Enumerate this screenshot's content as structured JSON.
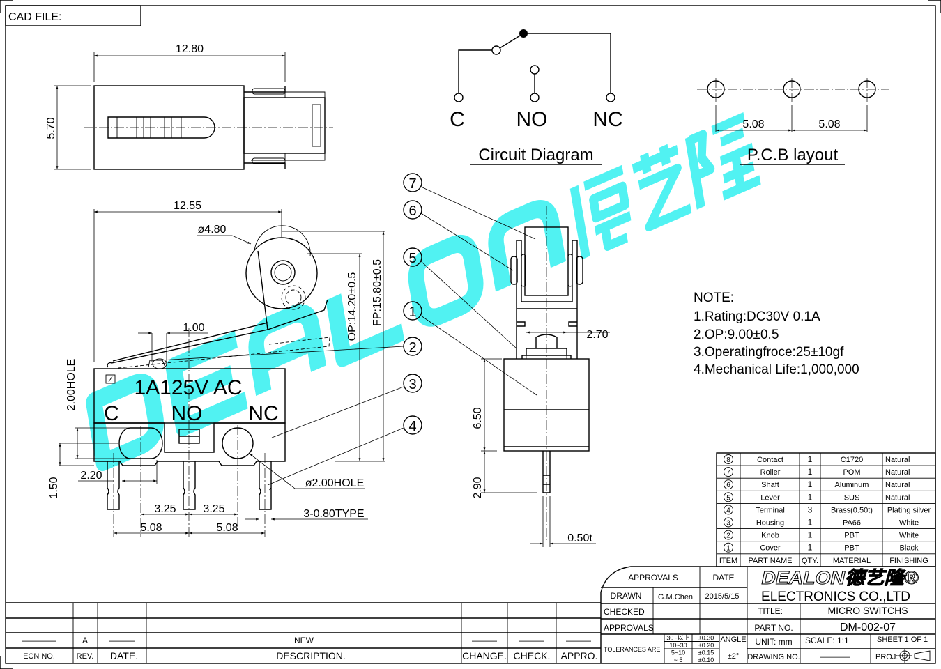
{
  "cad_file_label": "CAD FILE:",
  "watermark": "DEALON德艺隆",
  "top_view": {
    "width_dim": "12.80",
    "height_dim": "5.70"
  },
  "circuit": {
    "c": "C",
    "no": "NO",
    "nc": "NC",
    "title": "Circuit  Diagram"
  },
  "pcb": {
    "pitch_1": "5.08",
    "pitch_2": "5.08",
    "title": "P.C.B  layout"
  },
  "side_view": {
    "length_dim": "12.55",
    "roller_dia": "ø4.80",
    "lever_dim": "1.00",
    "op": "OP:14.20±0.5",
    "fp": "FP:15.80±0.5",
    "hole_v": "2.00HOLE",
    "rating": "1A125V  AC",
    "term_c": "C",
    "term_no": "NO",
    "term_nc": "NC",
    "dim_220": "2.20",
    "dim_150": "1.50",
    "dim_325a": "3.25",
    "dim_325b": "3.25",
    "dim_508a": "5.08",
    "dim_508b": "5.08",
    "hole_dia": "ø2.00HOLE",
    "terminal_type": "3-0.80TYPE"
  },
  "front_view": {
    "dim_270": "2.70",
    "dim_650": "6.50",
    "dim_290": "2.90",
    "thickness": "0.50t"
  },
  "balloons": [
    "7",
    "6",
    "5",
    "1",
    "2",
    "3",
    "4"
  ],
  "notes": {
    "title": "NOTE:",
    "items": [
      "1.Rating:DC30V  0.1A",
      "2.OP:9.00±0.5",
      "3.Operatingfroce:25±10gf",
      "4.Mechanical  Life:1,000,000"
    ]
  },
  "parts_table": {
    "rows": [
      {
        "item": "8",
        "name": "Contact",
        "qty": "1",
        "material": "C1720",
        "finishing": "Natural"
      },
      {
        "item": "7",
        "name": "Roller",
        "qty": "1",
        "material": "POM",
        "finishing": "Natural"
      },
      {
        "item": "6",
        "name": "Shaft",
        "qty": "1",
        "material": "Aluminum",
        "finishing": "Natural"
      },
      {
        "item": "5",
        "name": "Lever",
        "qty": "1",
        "material": "SUS",
        "finishing": "Natural"
      },
      {
        "item": "4",
        "name": "Terminal",
        "qty": "3",
        "material": "Brass(0.50t)",
        "finishing": "Plating  silver"
      },
      {
        "item": "3",
        "name": "Housing",
        "qty": "1",
        "material": "PA66",
        "finishing": "White"
      },
      {
        "item": "2",
        "name": "Knob",
        "qty": "1",
        "material": "PBT",
        "finishing": "White"
      },
      {
        "item": "1",
        "name": "Cover",
        "qty": "1",
        "material": "PBT",
        "finishing": "Black"
      }
    ],
    "headers": {
      "item": "ITEM",
      "name": "PART  NAME",
      "qty": "QTY.",
      "material": "MATERIAL",
      "finishing": "FINISHING"
    }
  },
  "title_block": {
    "approvals_header": "APPROVALS",
    "date_header": "DATE",
    "drawn_label": "DRAWN",
    "drawn_by": "G.M.Chen",
    "drawn_date": "2015/5/15",
    "checked_label": "CHECKED",
    "approvals_label": "APPROVALS",
    "tolerances_label": "TOLERANCES  ARE",
    "tolerances": [
      {
        "range": "30~以上",
        "tol": "±0.30"
      },
      {
        "range": "10~30",
        "tol": "±0.20"
      },
      {
        "range": "5~10",
        "tol": "±0.15"
      },
      {
        "range": "~ 5",
        "tol": "±0.10"
      }
    ],
    "angle_label": "ANGLE",
    "angle_tol": "±2°",
    "company_logo": "DEALON德艺隆®",
    "company": "ELECTRONICS  CO.,LTD",
    "title_label": "TITLE:",
    "title": "MICRO  SWITCHS",
    "part_no_label": "PART  NO.",
    "part_no": "DM-002-07",
    "unit": "UNIT:  mm",
    "scale": "SCALE:    1:1",
    "sheet": "SHEET    1  OF  1",
    "drawing_no_label": "DRAWING  NO.",
    "drawing_no": "————",
    "proj": "PROJ:"
  },
  "revision": {
    "ecn": "————",
    "rev": "A",
    "date": "———",
    "description": "NEW",
    "change": "———",
    "check": "———",
    "appro": "———",
    "headers": {
      "ecn": "ECN  NO.",
      "rev": "REV.",
      "date": "DATE.",
      "description": "DESCRIPTION.",
      "change": "CHANGE.",
      "check": "CHECK.",
      "appro": "APPRO."
    }
  }
}
